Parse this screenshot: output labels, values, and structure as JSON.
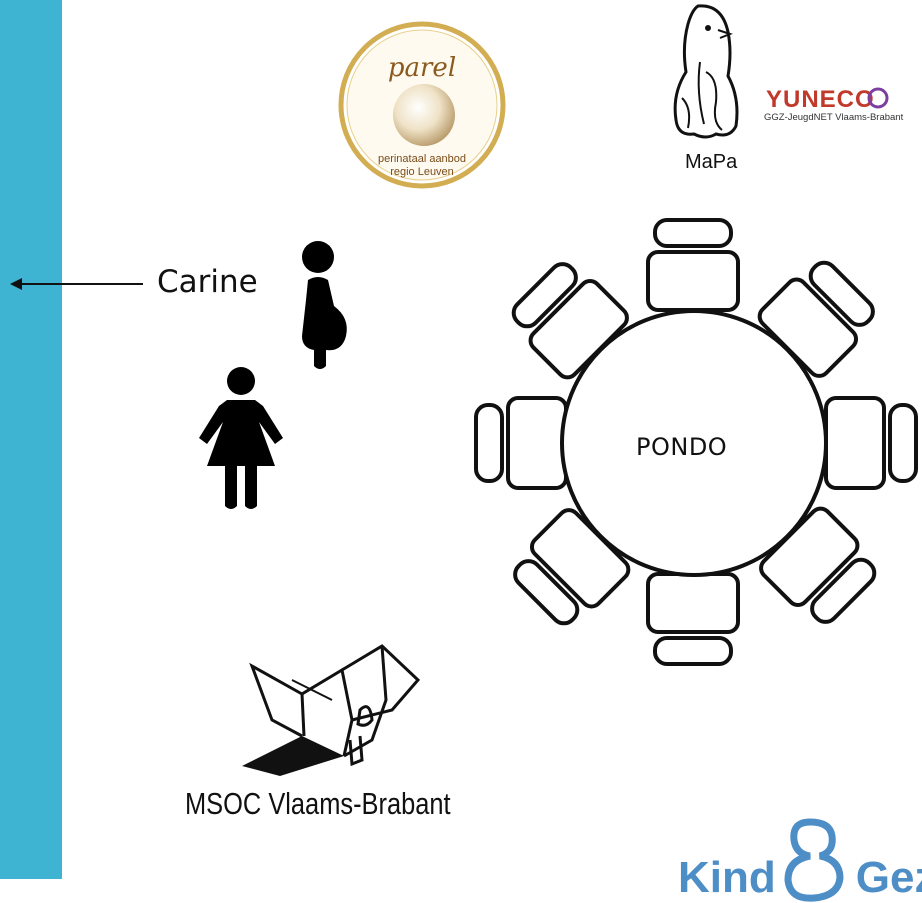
{
  "labels": {
    "carine": "Carine",
    "table": "PONDO",
    "mapa": "MaPa",
    "msoc": "MSOC Vlaams-Brabant"
  },
  "logos": {
    "parel": {
      "wordmark": "parel",
      "line1": "perinataal aanbod",
      "line2": "regio Leuven"
    },
    "yuneco": {
      "wordmark": "YUNECO",
      "subtitle": "GGZ-JeugdNET Vlaams-Brabant"
    },
    "kind_gezin": {
      "left": "Kind",
      "right": "Gezi"
    }
  },
  "icons": [
    "arrow-left-icon",
    "pregnant-woman-icon",
    "woman-icon",
    "round-table-icon",
    "penguin-icon",
    "house-icon",
    "pearl-icon"
  ],
  "colors": {
    "sidebar": "#3fb3d2",
    "kind_gezin": "#4d8ec7",
    "parel_ring": "#c9a24a",
    "parel_text": "#8a5a1e"
  }
}
